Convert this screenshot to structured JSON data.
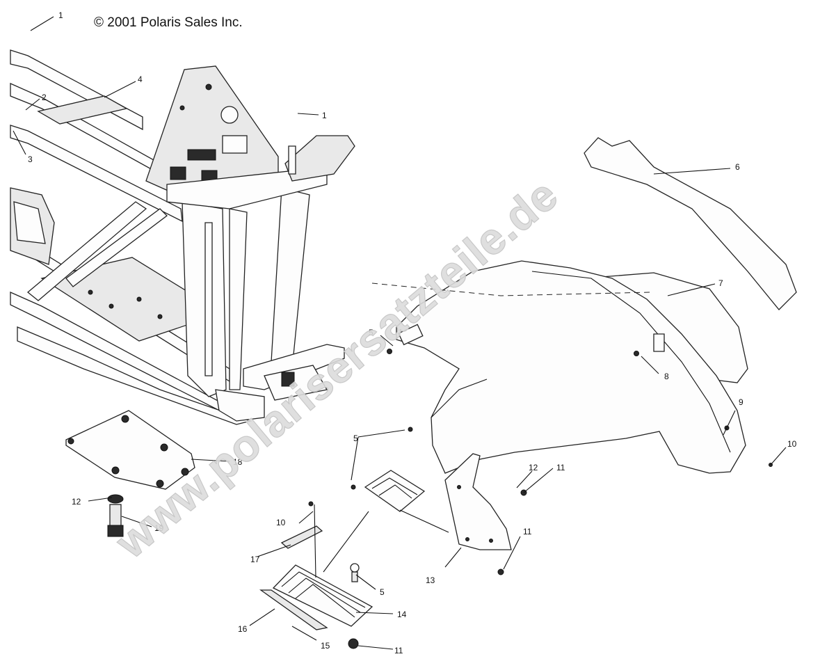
{
  "copyright": "© 2001 Polaris Sales Inc.",
  "watermark": "www.polarisersatzteile.de",
  "callouts": [
    {
      "id": "c-1a",
      "label": "1"
    },
    {
      "id": "c-1b",
      "label": "1"
    },
    {
      "id": "c-2",
      "label": "2"
    },
    {
      "id": "c-3",
      "label": "3"
    },
    {
      "id": "c-4",
      "label": "4"
    },
    {
      "id": "c-5a",
      "label": "5"
    },
    {
      "id": "c-5b",
      "label": "5"
    },
    {
      "id": "c-5c",
      "label": "5"
    },
    {
      "id": "c-6",
      "label": "6"
    },
    {
      "id": "c-7",
      "label": "7"
    },
    {
      "id": "c-8",
      "label": "8"
    },
    {
      "id": "c-9",
      "label": "9"
    },
    {
      "id": "c-10a",
      "label": "10"
    },
    {
      "id": "c-10b",
      "label": "10"
    },
    {
      "id": "c-11a",
      "label": "11"
    },
    {
      "id": "c-11b",
      "label": "11"
    },
    {
      "id": "c-11c",
      "label": "11"
    },
    {
      "id": "c-12a",
      "label": "12"
    },
    {
      "id": "c-12b",
      "label": "12"
    },
    {
      "id": "c-13",
      "label": "13"
    },
    {
      "id": "c-14",
      "label": "14"
    },
    {
      "id": "c-15",
      "label": "15"
    },
    {
      "id": "c-16",
      "label": "16"
    },
    {
      "id": "c-17",
      "label": "17"
    },
    {
      "id": "c-18",
      "label": "18"
    },
    {
      "id": "c-19",
      "label": "19"
    }
  ]
}
